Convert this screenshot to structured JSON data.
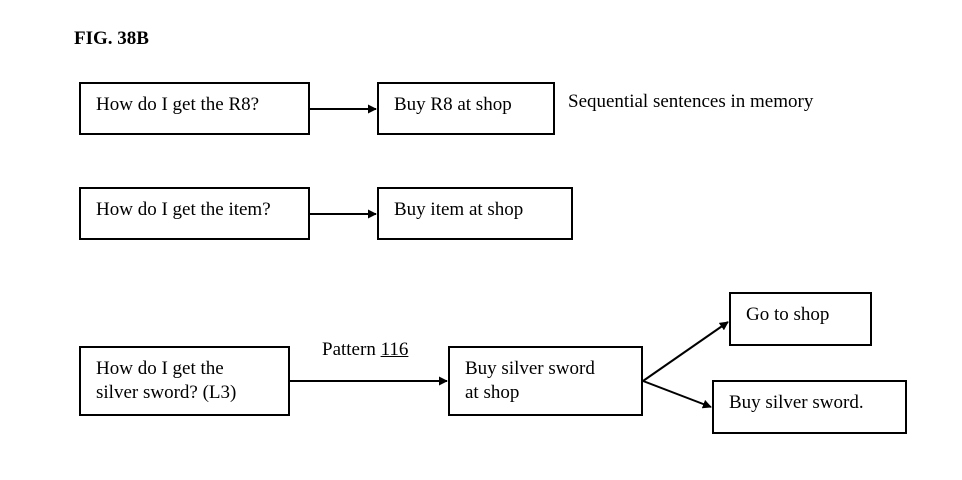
{
  "figure": {
    "title": "FIG. 38B"
  },
  "row1": {
    "question": "How do I get the R8?",
    "answer": "Buy R8 at shop",
    "note": "Sequential sentences in memory"
  },
  "row2": {
    "question": "How do I get the item?",
    "answer": "Buy item at shop"
  },
  "row3": {
    "question_line1": "How do I get the",
    "question_line2": "silver sword?  (L3)",
    "pattern_label": "Pattern",
    "pattern_number": "116",
    "answer_line1": "Buy silver sword",
    "answer_line2": "at shop",
    "step1": "Go to shop",
    "step2": "Buy silver sword."
  }
}
